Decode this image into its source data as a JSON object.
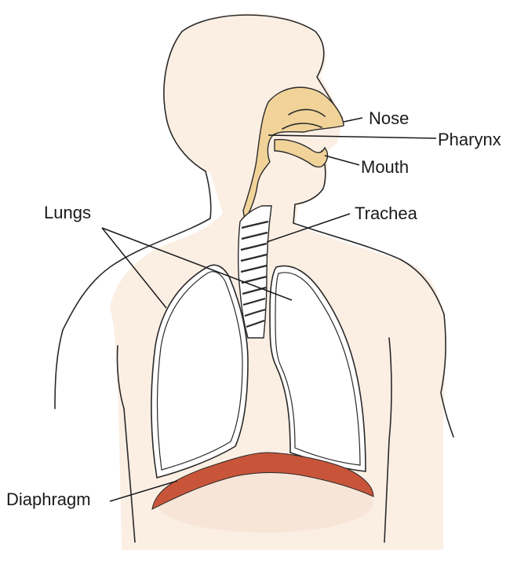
{
  "labels": {
    "nose": "Nose",
    "pharynx": "Pharynx",
    "mouth": "Mouth",
    "lungs": "Lungs",
    "trachea": "Trachea",
    "diaphragm": "Diaphragm"
  },
  "colors": {
    "skin": "#fbefe4",
    "airway": "#f1d39a",
    "diaphragm": "#c8553a",
    "outline": "#2a2a2a"
  }
}
